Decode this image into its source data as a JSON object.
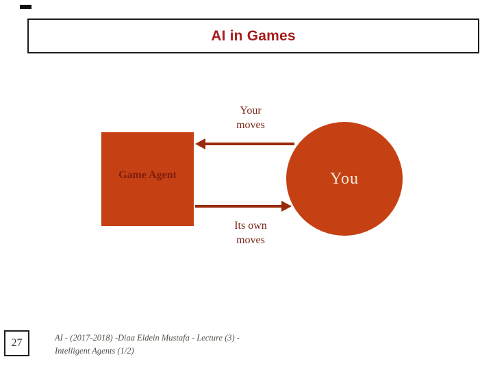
{
  "slide": {
    "title": "AI in Games",
    "page_number": "27",
    "footer": {
      "line1": "AI - (2017-2018) -Diaa Eldein Mustafa - Lecture (3) -",
      "line2": "Intelligent Agents (1/2)"
    }
  },
  "diagram": {
    "game_agent": {
      "label": "Game Agent"
    },
    "you": {
      "label": "You"
    },
    "your_moves": {
      "line1": "Your",
      "line2": "moves"
    },
    "its_own_moves": {
      "line1": "Its own",
      "line2": "moves"
    }
  },
  "colors": {
    "title_text": "#A51D1D",
    "shape_fill": "#C54114",
    "shape_stroke": "#A93B10",
    "agent_text": "#7E1D0F",
    "you_text": "#F2E8D8",
    "arrow": "#992A0B",
    "label_text": "#7A281A",
    "footer_text": "#52514A",
    "border": "#1A1A1A"
  }
}
